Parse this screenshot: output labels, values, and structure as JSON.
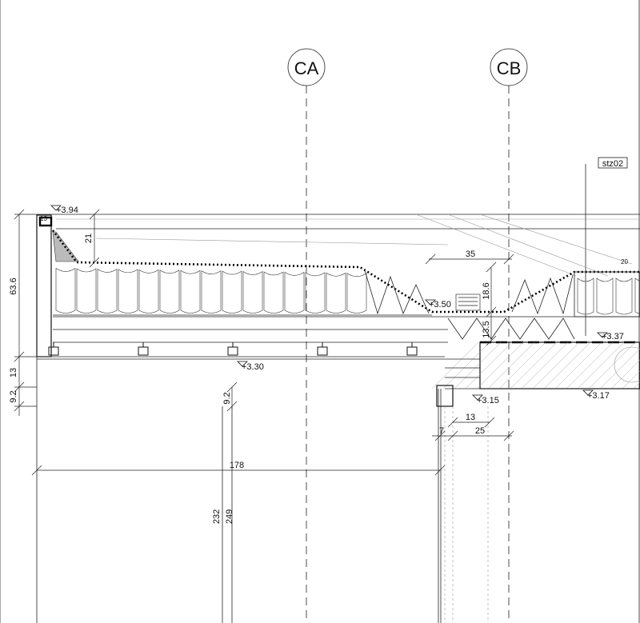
{
  "grid_axes": {
    "ca": "CA",
    "cb": "CB"
  },
  "section_tag": "stz02",
  "levels": {
    "top": "+3.94",
    "gutter": "+3.50",
    "floor_right": "+3.37",
    "soffit_left": "+3.30",
    "lintel": "+3.15",
    "slab_right": "+3.17"
  },
  "dimensions": {
    "total_height": "63.6",
    "parapet_slope": "21",
    "gutter_width": "35",
    "gutter_depth": "18.6",
    "gutter_slab": "13.5",
    "left_13": "13",
    "left_9_2": "9.2",
    "mid_9_2": "9.2",
    "span_178": "178",
    "h_232": "232",
    "h_249": "249",
    "w_13": "13",
    "w_7": "7",
    "w_25": "25"
  },
  "minor_marks": {
    "top_small": "13",
    "right_small": "20"
  }
}
